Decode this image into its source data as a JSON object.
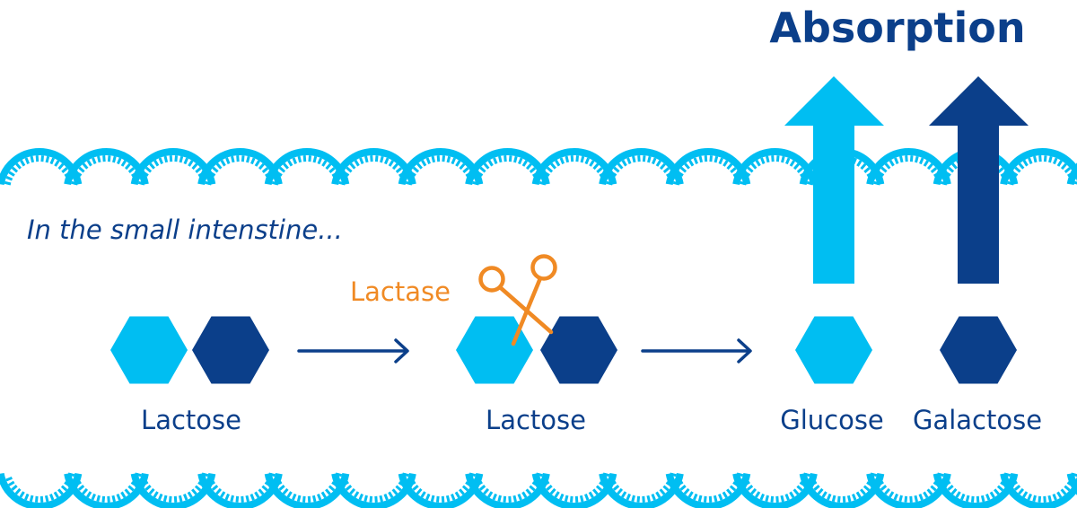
{
  "title": "Absorption",
  "intro": "In the small intenstine...",
  "enzyme_label": "Lactose",
  "enzyme": {
    "label": "Lactase",
    "icon": "scissors-icon",
    "color": "#f08a24"
  },
  "stages": [
    {
      "label": "Lactose",
      "molecules": [
        "glucose",
        "galactose"
      ]
    },
    {
      "label": "Lactose",
      "molecules": [
        "glucose",
        "galactose"
      ],
      "cut_by": "Lactase"
    },
    {
      "label": "Glucose",
      "molecules": [
        "glucose"
      ],
      "absorbed": true
    },
    {
      "label": "Galactose",
      "molecules": [
        "galactose"
      ],
      "absorbed": true
    }
  ],
  "colors": {
    "glucose": "#00bef2",
    "galactose": "#0b3f8a",
    "text": "#0b3f8a",
    "intestine_wall": "#00bef2",
    "enzyme": "#f08a24"
  }
}
